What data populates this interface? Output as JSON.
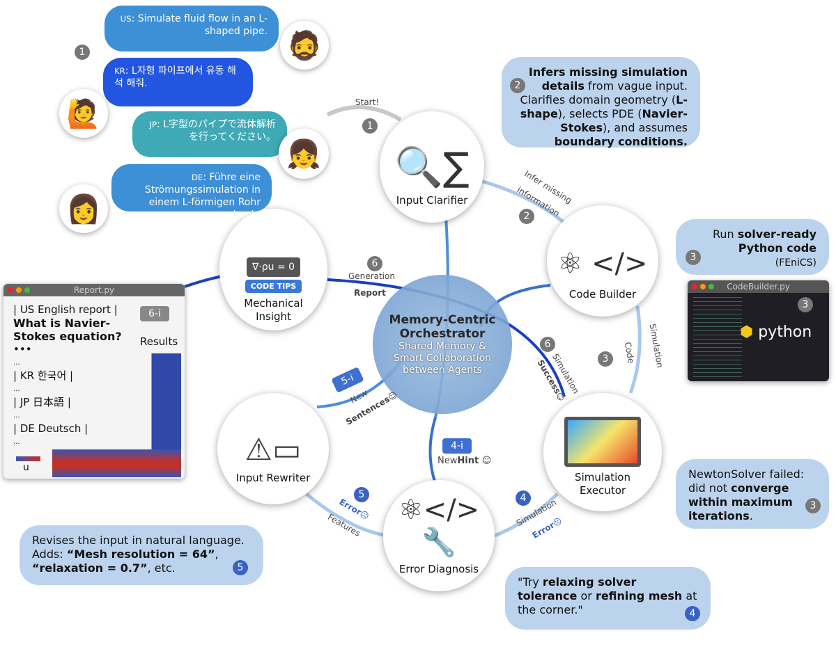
{
  "step_badges": {
    "start": "1",
    "s1": "1",
    "s2": "2",
    "s3": "3",
    "s4": "4",
    "s5": "5",
    "s6": "6"
  },
  "user_prompts": [
    {
      "lang": "US",
      "text": "Simulate fluid flow in an L-shaped pipe.",
      "color": "#3d8fd6"
    },
    {
      "lang": "KR",
      "text": "L자형 파이프에서 유동 해석 해줘.",
      "color": "#2256e0"
    },
    {
      "lang": "JP",
      "text": "L字型のパイプで流体解析を行ってください。",
      "color": "#3fa9b5"
    },
    {
      "lang": "DE",
      "text": "Führe eine Strömungssimulation in einem L-förmigen Rohr durch.",
      "color": "#3d8fd6"
    }
  ],
  "agents": {
    "input_clarifier": "Input Clarifier",
    "code_builder": "Code Builder",
    "simulation_executor": "Simulation Executor",
    "error_diagnosis": "Error Diagnosis",
    "input_rewriter": "Input Rewriter",
    "mechanical_insight": "Mechanical Insight",
    "code_tips": "CODE TIPS",
    "equation": "∇·ρu = 0"
  },
  "orchestrator": {
    "title": "Memory-Centric Orchestrator",
    "subtitle": "Shared  Memory & Smart Collaboration between Agents"
  },
  "edges": {
    "start": "Start!",
    "infer_1": "Infer missing",
    "infer_2": "information",
    "code_1": "Simulation",
    "code_2": "Code",
    "sim_error_1": "Simulation",
    "sim_error_2": "Error☹",
    "error_feat_1": "Error☹",
    "error_feat_2": "Features",
    "new_sent_tag": "5-i",
    "new_sent_1": "New",
    "new_sent_2": "Sentences☺",
    "hint_tag": "4-i",
    "hint_1": "New",
    "hint_2": "Hint ☺",
    "report_1": "Generation",
    "report_2": "Report",
    "success_1": "Simulation",
    "success_2": "Success☺"
  },
  "callouts": {
    "clarifier": {
      "b1": "Infers missing simulation details",
      "t1": " from vague input. Clarifies domain geometry (",
      "b2": "L-shape",
      "t2": "), selects PDE (",
      "b3": "Navier-Stokes",
      "t3": "), and assumes ",
      "b4": "boundary conditions."
    },
    "builder": {
      "t1": "Run ",
      "b1": "solver-ready Python code",
      "t2": "(FEniCS)"
    },
    "executor": {
      "t1": "NewtonSolver failed: did not ",
      "b1": "converge within maximum iterations",
      "t2": "."
    },
    "diagnosis": {
      "t1": "\"Try ",
      "b1": "relaxing solver tolerance",
      "t2": " or ",
      "b2": "refining mesh",
      "t3": " at the corner.\""
    },
    "rewriter": {
      "t1": "Revises the input in natural language. Adds: ",
      "b1": "“Mesh resolution = 64”",
      "t2": ", ",
      "b2": "“relaxation = 0.7”",
      "t3": ", etc."
    }
  },
  "report_window": {
    "title": "Report.py",
    "tag": "6-i",
    "results": "Results",
    "lines": [
      "| US English report |",
      "What is Navier-Stokes equation?",
      "•••",
      "...",
      "| KR 한국어 |",
      "...",
      "| JP 日本語 |",
      "...",
      "| DE Deutsch |",
      "..."
    ],
    "colorbar_label": "u"
  },
  "code_window": {
    "title": "CodeBuilder.py",
    "tag": "3",
    "logo": "python"
  },
  "colors": {
    "accent": "#3f6fd0",
    "dark_blue": "#1a3fc0",
    "light_blue": "#9fc3ea",
    "callout": "#bcd3ee"
  }
}
